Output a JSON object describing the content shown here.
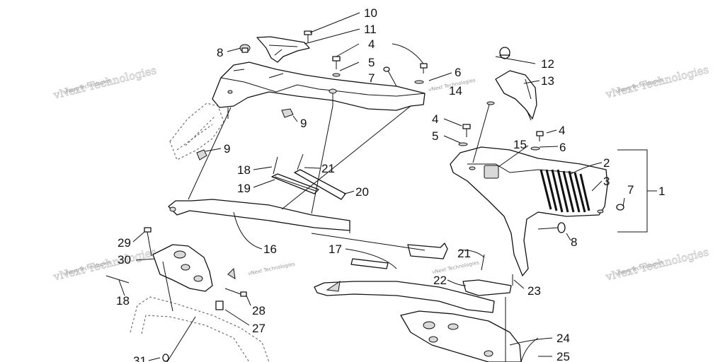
{
  "watermark": "vNext Technologies",
  "callouts": [
    {
      "id": "10",
      "text": "10"
    },
    {
      "id": "11",
      "text": "11"
    },
    {
      "id": "4a",
      "text": "4"
    },
    {
      "id": "8a",
      "text": "8"
    },
    {
      "id": "5a",
      "text": "5"
    },
    {
      "id": "7a",
      "text": "7"
    },
    {
      "id": "6a",
      "text": "6"
    },
    {
      "id": "14",
      "text": "14"
    },
    {
      "id": "12",
      "text": "12"
    },
    {
      "id": "13",
      "text": "13"
    },
    {
      "id": "9a",
      "text": "9"
    },
    {
      "id": "9b",
      "text": "9"
    },
    {
      "id": "4b",
      "text": "4"
    },
    {
      "id": "5b",
      "text": "5"
    },
    {
      "id": "4c",
      "text": "4"
    },
    {
      "id": "15",
      "text": "15"
    },
    {
      "id": "6b",
      "text": "6"
    },
    {
      "id": "2",
      "text": "2"
    },
    {
      "id": "3",
      "text": "3"
    },
    {
      "id": "1",
      "text": "1"
    },
    {
      "id": "7b",
      "text": "7"
    },
    {
      "id": "18a",
      "text": "18"
    },
    {
      "id": "21a",
      "text": "21"
    },
    {
      "id": "19",
      "text": "19"
    },
    {
      "id": "20",
      "text": "20"
    },
    {
      "id": "8b",
      "text": "8"
    },
    {
      "id": "16",
      "text": "16"
    },
    {
      "id": "17",
      "text": "17"
    },
    {
      "id": "21b",
      "text": "21"
    },
    {
      "id": "29",
      "text": "29"
    },
    {
      "id": "30",
      "text": "30"
    },
    {
      "id": "22",
      "text": "22"
    },
    {
      "id": "23",
      "text": "23"
    },
    {
      "id": "18b",
      "text": "18"
    },
    {
      "id": "28",
      "text": "28"
    },
    {
      "id": "27",
      "text": "27"
    },
    {
      "id": "24",
      "text": "24"
    },
    {
      "id": "25",
      "text": "25"
    },
    {
      "id": "31",
      "text": "31"
    }
  ]
}
